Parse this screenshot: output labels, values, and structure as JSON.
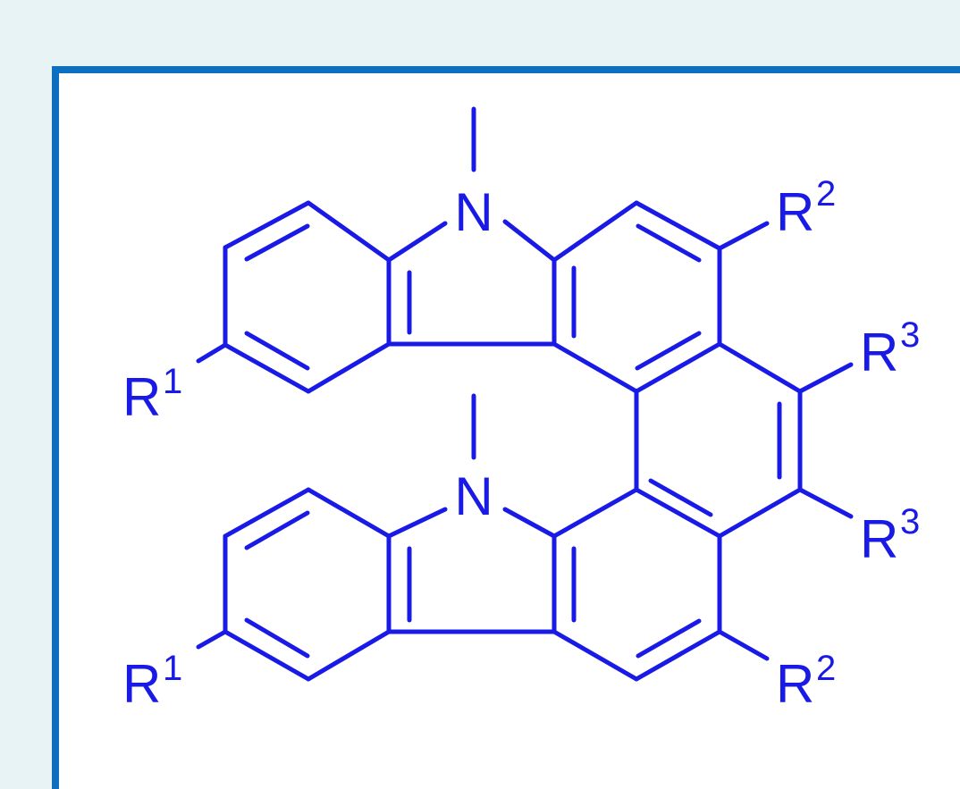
{
  "molecule": {
    "atoms": {
      "n_top": "N",
      "n_bottom": "N"
    },
    "substituents": {
      "r1_top": {
        "symbol": "R",
        "index": "1"
      },
      "r1_bottom": {
        "symbol": "R",
        "index": "1"
      },
      "r2_top": {
        "symbol": "R",
        "index": "2"
      },
      "r2_bottom": {
        "symbol": "R",
        "index": "2"
      },
      "r3_upper": {
        "symbol": "R",
        "index": "3"
      },
      "r3_lower": {
        "symbol": "R",
        "index": "3"
      }
    }
  },
  "colors": {
    "structure": "#1a1ae6",
    "frame": "#0c6fc0",
    "page_background": "#e8f3f6",
    "panel_background": "#ffffff"
  }
}
